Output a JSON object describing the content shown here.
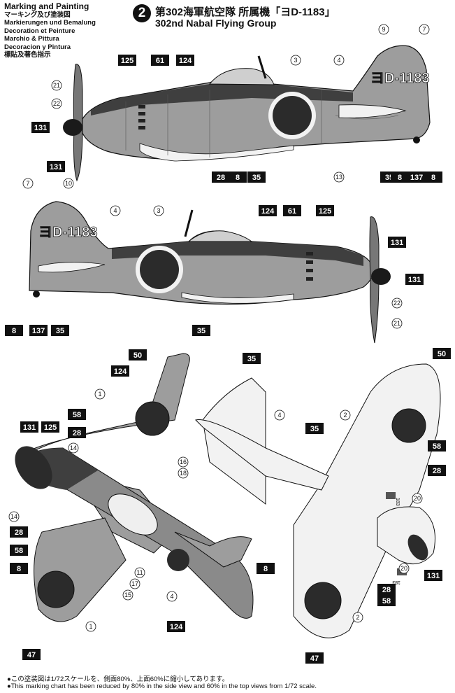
{
  "header": {
    "lines": [
      "Marking and Painting",
      "マーキング及び塗装図",
      "Markierungen und Bemalung",
      "Decoration et Peinture",
      "Marchio & Pittura",
      "Decoracion y Pintura",
      "標貼及著色指示"
    ]
  },
  "title": {
    "number": "2",
    "japanese": "第302海軍航空隊 所属機「ヨD-1183」",
    "english": "302nd Nabal Flying Group"
  },
  "aircraft_code": "ヨD-1183",
  "colors": {
    "dark_green": "#3f3f3f",
    "mid_grey": "#9d9d9d",
    "underside": "#f2f2f2",
    "hinomaru": "#2b2b2b"
  },
  "callouts": {
    "side_upper": {
      "boxed": [
        "125",
        "61",
        "124",
        "131",
        "131",
        "28",
        "8",
        "35",
        "35",
        "8",
        "137",
        "8"
      ],
      "circled": [
        "21",
        "22",
        "3",
        "4",
        "9",
        "7",
        "13"
      ]
    },
    "side_lower": {
      "boxed": [
        "124",
        "61",
        "125",
        "131",
        "131",
        "8",
        "137",
        "35",
        "35"
      ],
      "circled": [
        "7",
        "10",
        "4",
        "3",
        "22",
        "21"
      ]
    },
    "top_view": {
      "boxed": [
        "50",
        "124",
        "58",
        "28",
        "131",
        "125",
        "28",
        "58",
        "8",
        "124",
        "8",
        "47"
      ],
      "circled": [
        "1",
        "14",
        "16",
        "18",
        "14",
        "11",
        "17",
        "15",
        "4",
        "1"
      ]
    },
    "bottom_view": {
      "boxed": [
        "35",
        "35",
        "50",
        "58",
        "28",
        "131",
        "28",
        "58",
        "47"
      ],
      "circled": [
        "4",
        "2",
        "20",
        "20",
        "2"
      ],
      "decal": "183"
    }
  },
  "footnotes": [
    "●この塗装図は1/72スケールを、側面80%、上面60%に縮小してあります。",
    "●This marking chart has been reduced by 80% in the side view and 60% in the top views from 1/72 scale."
  ]
}
